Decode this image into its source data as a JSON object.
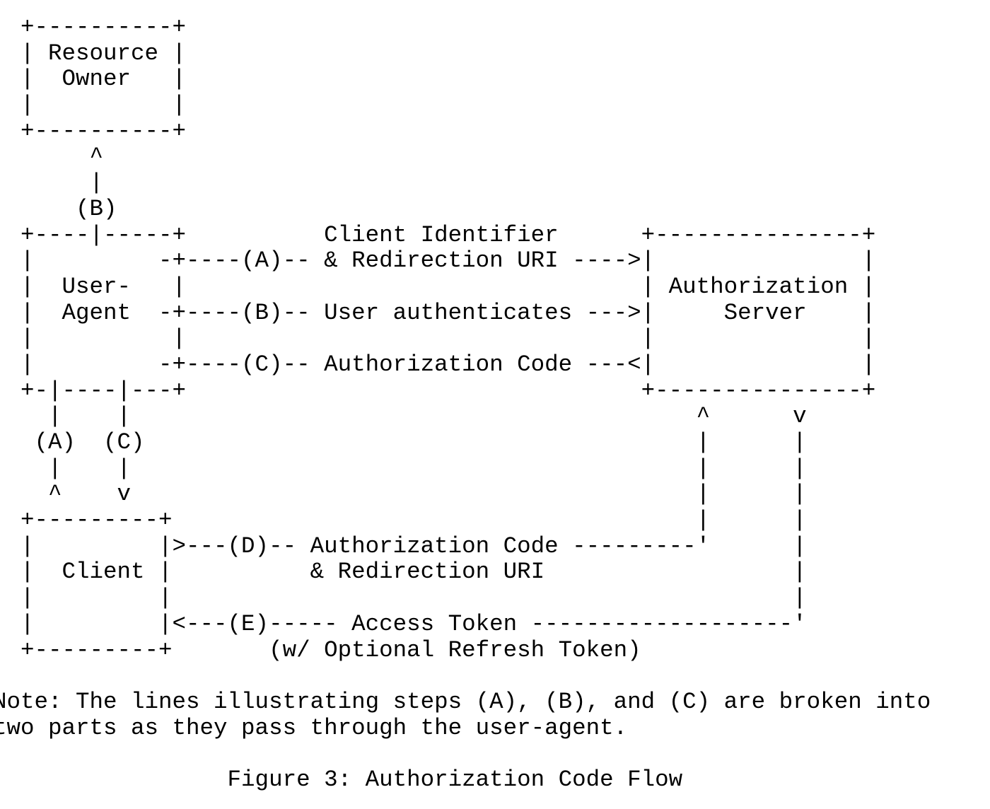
{
  "figure": {
    "diagram_lines": [
      "  +----------+",
      "  | Resource |",
      "  |  Owner   |",
      "  |          |",
      "  +----------+",
      "       ^",
      "       |",
      "      (B)",
      "  +----|-----+          Client Identifier      +---------------+",
      "  |         -+----(A)-- & Redirection URI ---->|               |",
      "  |  User-   |                                 | Authorization |",
      "  |  Agent  -+----(B)-- User authenticates --->|     Server    |",
      "  |          |                                 |               |",
      "  |         -+----(C)-- Authorization Code ---<|               |",
      "  +-|----|---+                                 +---------------+",
      "    |    |                                         ^      v",
      "   (A)  (C)                                        |      |",
      "    |    |                                         |      |",
      "    ^    v                                         |      |",
      "  +---------+                                      |      |",
      "  |         |>---(D)-- Authorization Code ---------'      |",
      "  |  Client |          & Redirection URI                  |",
      "  |         |                                             |",
      "  |         |<---(E)----- Access Token -------------------'",
      "  +---------+       (w/ Optional Refresh Token)",
      "",
      "Note: The lines illustrating steps (A), (B), and (C) are broken into",
      "two parts as they pass through the user-agent.",
      "",
      "                 Figure 3: Authorization Code Flow"
    ]
  }
}
